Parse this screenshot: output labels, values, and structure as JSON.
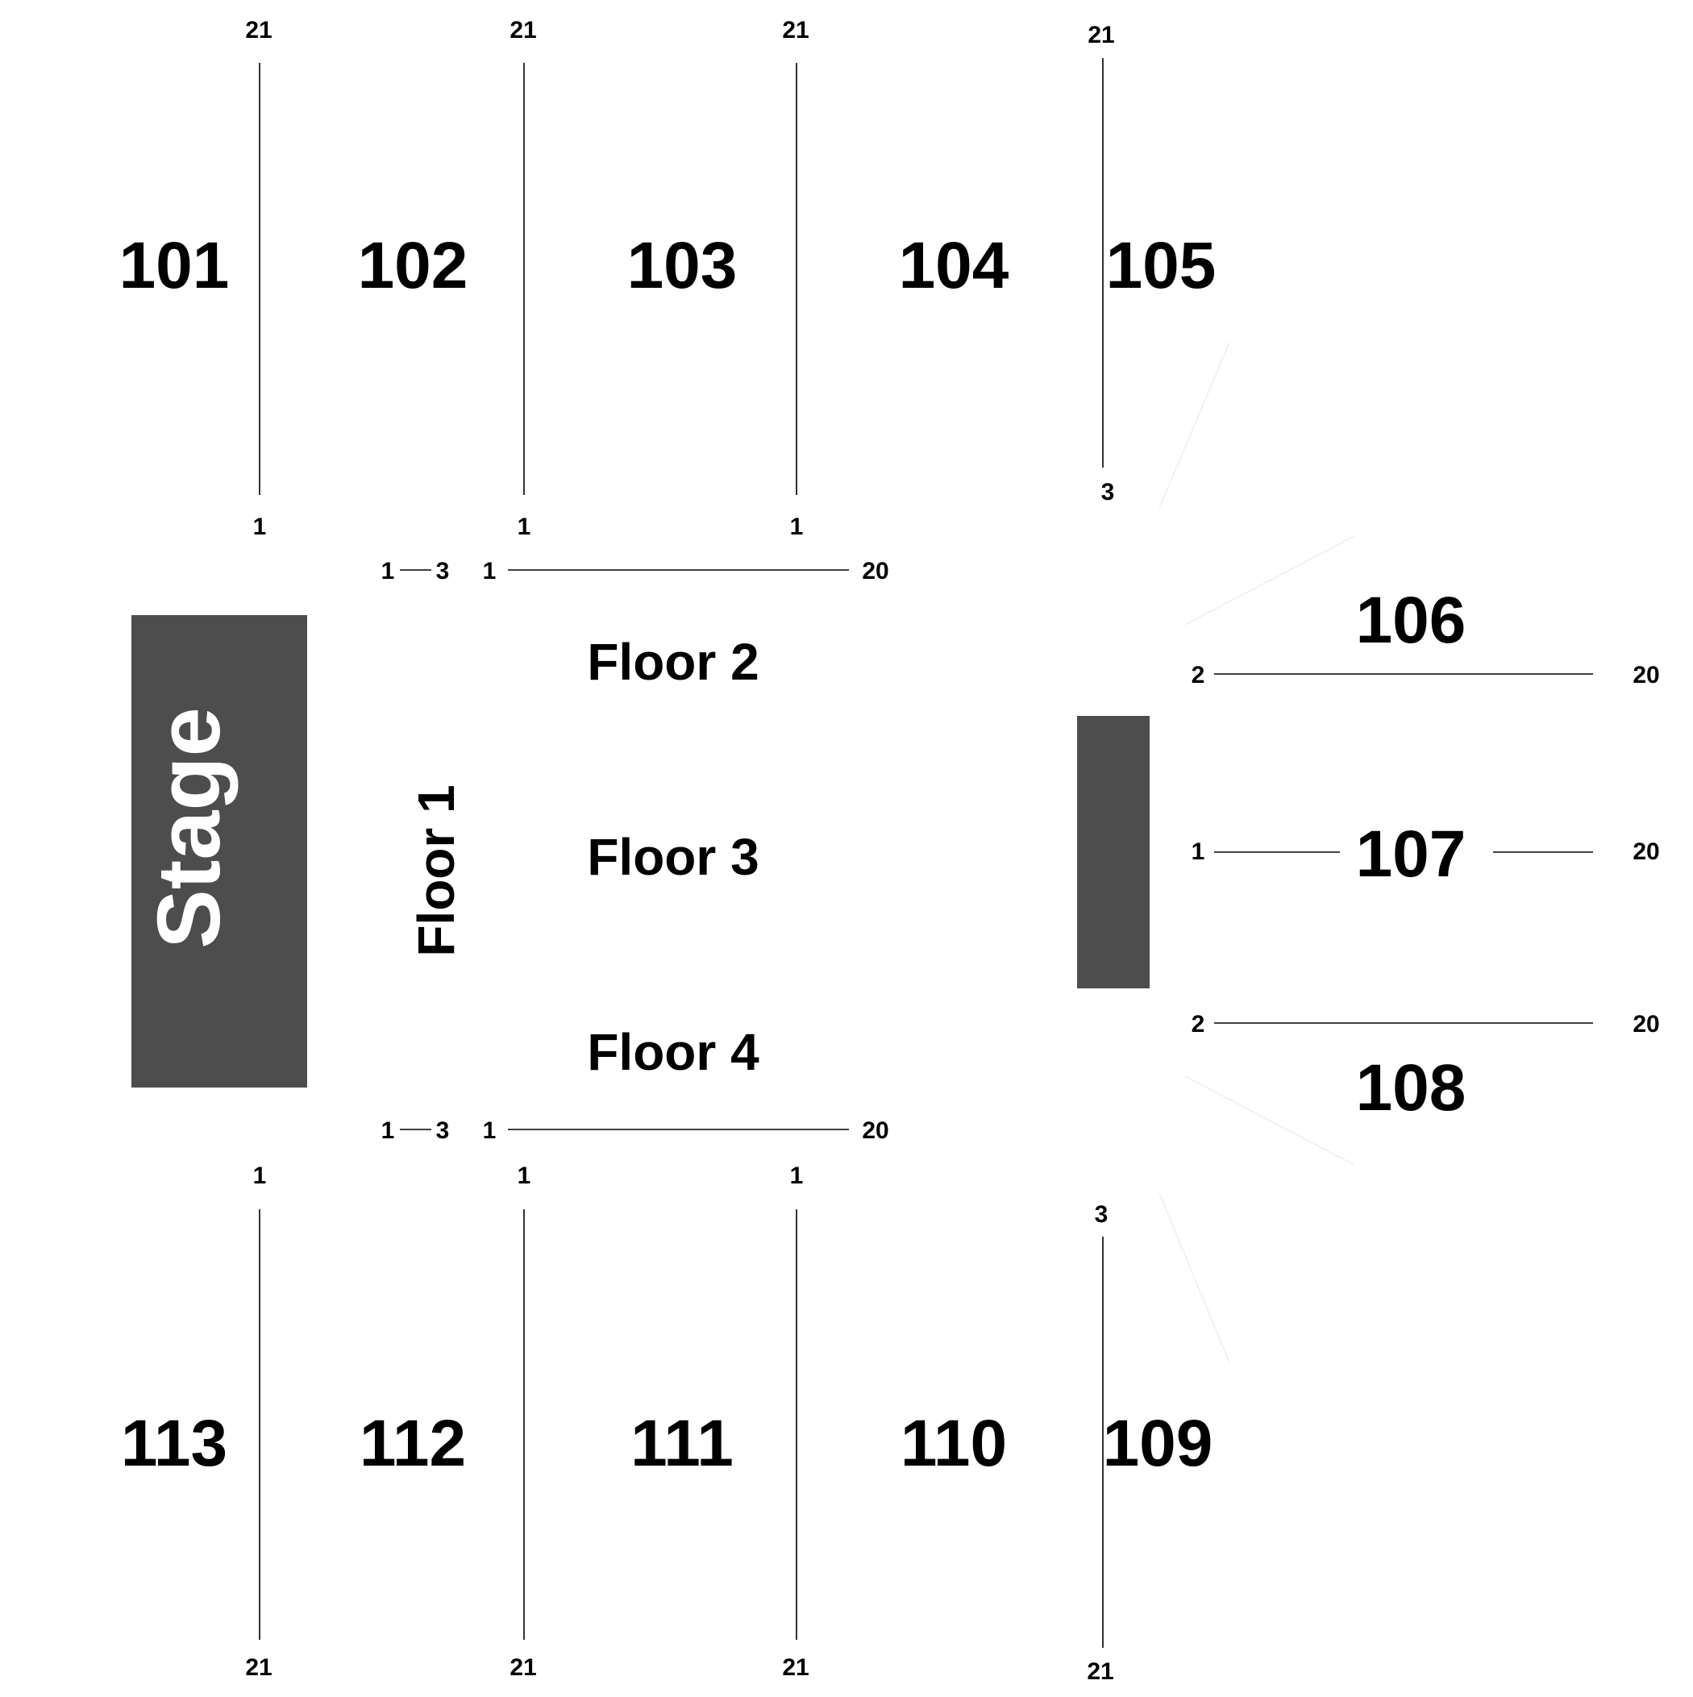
{
  "colors": {
    "stage": "#4d4d4d",
    "background": "#ffffff",
    "text": "#000000",
    "stage_text": "#ffffff"
  },
  "stage": {
    "label": "Stage"
  },
  "mix_position": {
    "label": ""
  },
  "floor": {
    "floor_1": "Floor 1",
    "floor_2": "Floor 2",
    "floor_3": "Floor 3",
    "floor_4": "Floor 4",
    "top_row": {
      "left_start": "1",
      "left_end": "3",
      "start": "1",
      "end": "20"
    },
    "bottom_row": {
      "left_start": "1",
      "left_end": "3",
      "start": "1",
      "end": "20"
    }
  },
  "sections": {
    "s101": {
      "name": "101",
      "row_first": "1",
      "row_last": "21"
    },
    "s102": {
      "name": "102",
      "row_first": "1",
      "row_last": "21"
    },
    "s103": {
      "name": "103",
      "row_first": "1",
      "row_last": "21"
    },
    "s104": {
      "name": "104"
    },
    "s105": {
      "name": "105",
      "row_first": "3",
      "row_last": "21"
    },
    "s106": {
      "name": "106",
      "row_first": "2",
      "row_last": "20"
    },
    "s107": {
      "name": "107",
      "row_first": "1",
      "row_last": "20"
    },
    "s108": {
      "name": "108",
      "row_first": "2",
      "row_last": "20"
    },
    "s109": {
      "name": "109",
      "row_first": "3",
      "row_last": "21"
    },
    "s110": {
      "name": "110"
    },
    "s111": {
      "name": "111",
      "row_first": "1",
      "row_last": "21"
    },
    "s112": {
      "name": "112",
      "row_first": "1",
      "row_last": "21"
    },
    "s113": {
      "name": "113",
      "row_first": "1",
      "row_last": "21"
    }
  }
}
